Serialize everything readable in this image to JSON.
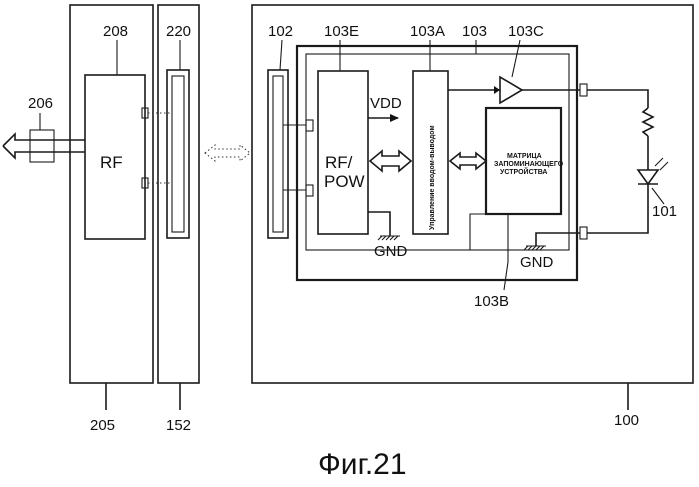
{
  "labels": {
    "n206": "206",
    "n208": "208",
    "n220": "220",
    "n102": "102",
    "n103E": "103E",
    "n103A": "103A",
    "n103": "103",
    "n103C": "103C",
    "rf": "RF",
    "rfpow_line1": "RF/",
    "rfpow_line2": "POW",
    "vdd": "VDD",
    "gnd1": "GND",
    "gnd2": "GND",
    "io_control": "Управление вводом-выводом",
    "memory_line1": "МАТРИЦА",
    "memory_line2": "ЗАПОМИНАЮЩЕГО",
    "memory_line3": "УСТРОЙСТВА",
    "n101": "101",
    "n103B": "103B",
    "n205": "205",
    "n152": "152",
    "n100": "100",
    "figure": "Фиг.21"
  }
}
